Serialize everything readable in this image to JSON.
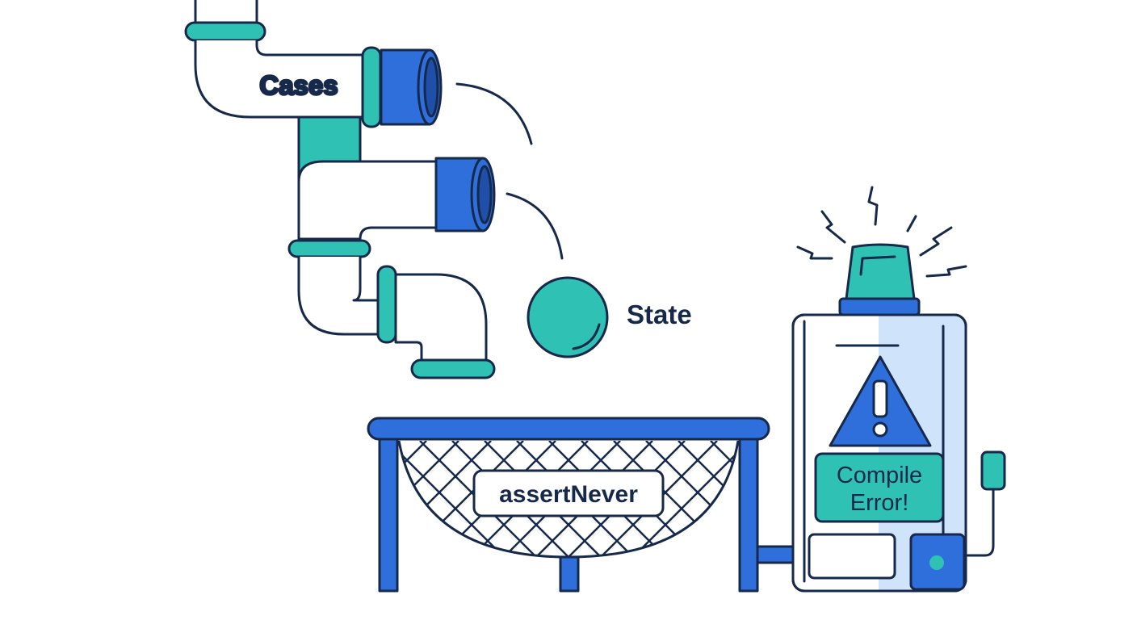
{
  "labels": {
    "cases": "Cases",
    "state": "State",
    "assert_never": "assertNever",
    "compile_error_line1": "Compile",
    "compile_error_line2": "Error!"
  },
  "colors": {
    "outline": "#16294a",
    "blue": "#2f6fdc",
    "teal": "#2fc1b4",
    "light_blue": "#cfe3fb",
    "background": "#ffffff"
  }
}
